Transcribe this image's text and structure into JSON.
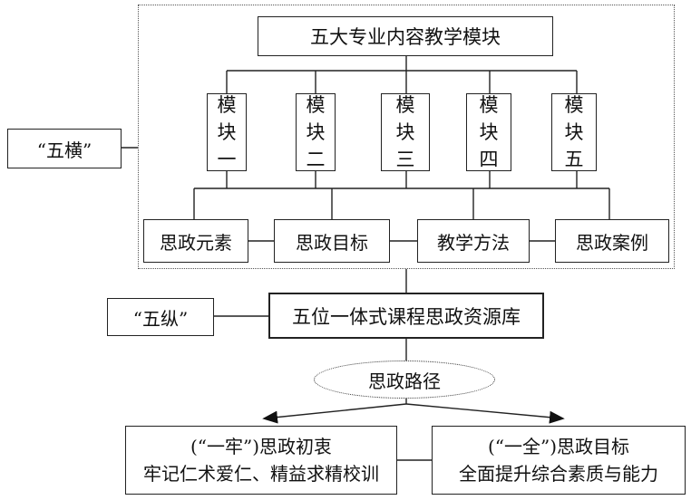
{
  "top_title": "五大专业内容教学模块",
  "modules": [
    {
      "chars": [
        "模",
        "块",
        "一"
      ]
    },
    {
      "chars": [
        "模",
        "块",
        "二"
      ]
    },
    {
      "chars": [
        "模",
        "块",
        "三"
      ]
    },
    {
      "chars": [
        "模",
        "块",
        "四"
      ]
    },
    {
      "chars": [
        "模",
        "块",
        "五"
      ]
    }
  ],
  "elements": [
    "思政元素",
    "思政目标",
    "教学方法",
    "思政案例"
  ],
  "heng_label": "“五横”",
  "zong_label": "“五纵”",
  "library": "五位一体式课程思政资源库",
  "path_label": "思政路径",
  "outcome_left": {
    "line1": "(“一牢”)思政初衷",
    "line2": "牢记仁术爱仁、精益求精校训"
  },
  "outcome_right": {
    "line1": "(“一全”)思政目标",
    "line2": "全面提升综合素质与能力"
  }
}
